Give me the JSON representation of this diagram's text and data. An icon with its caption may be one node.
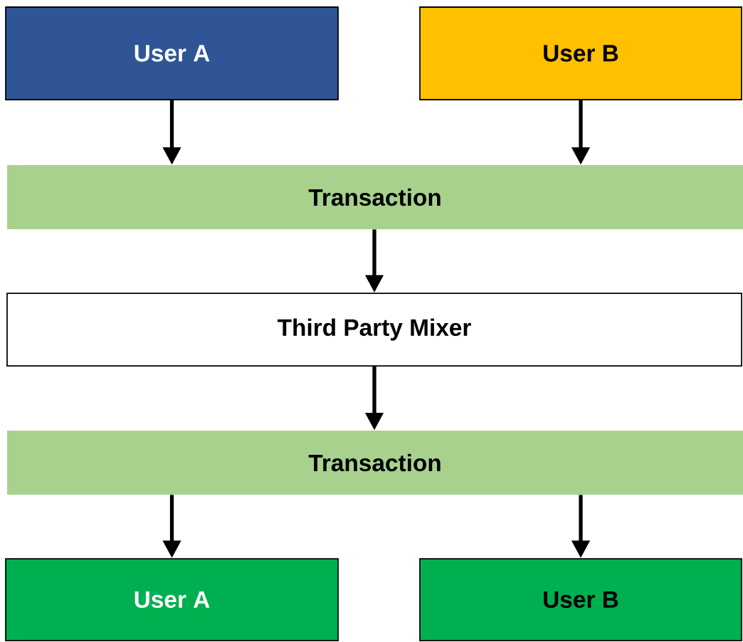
{
  "diagram": {
    "nodes": [
      {
        "text": [
          "User A"
        ]
      },
      {
        "text": [
          "User B"
        ]
      },
      {
        "text": [
          "Transaction"
        ]
      },
      {
        "text": [
          "Third Party Mixer"
        ]
      },
      {
        "text": [
          "Transaction"
        ]
      },
      {
        "text": [
          "User A"
        ]
      },
      {
        "text": [
          "User B"
        ]
      }
    ],
    "edges": [
      {
        "from": 0,
        "to": 2,
        "arrow": "to"
      },
      {
        "from": 1,
        "to": 2,
        "arrow": "to"
      },
      {
        "from": 2,
        "to": 3,
        "arrow": "to"
      },
      {
        "from": 3,
        "to": 4,
        "arrow": "to"
      },
      {
        "from": 4,
        "to": 5,
        "arrow": "to"
      },
      {
        "from": 4,
        "to": 6,
        "arrow": "to"
      }
    ]
  }
}
